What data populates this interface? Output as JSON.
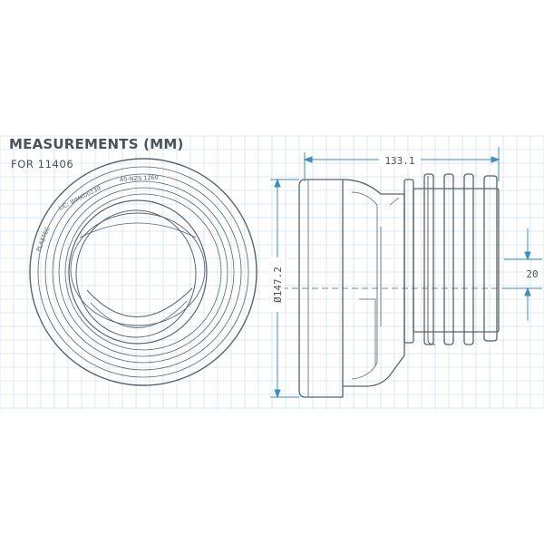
{
  "title": "MEASUREMENTS (MM)",
  "subtitle": "FOR 11406",
  "ring_texts": {
    "left": "PLASTEC",
    "top1": "LIC: WMK00239",
    "top2": "AS-NZS 1260"
  },
  "dimensions": {
    "length": "133.1",
    "diameter": "Ø147.2",
    "offset": "20"
  },
  "colors": {
    "grid": "#d3e3ee",
    "line": "#59636b",
    "dimension": "#3f8dbf",
    "text": "#4a5258"
  }
}
